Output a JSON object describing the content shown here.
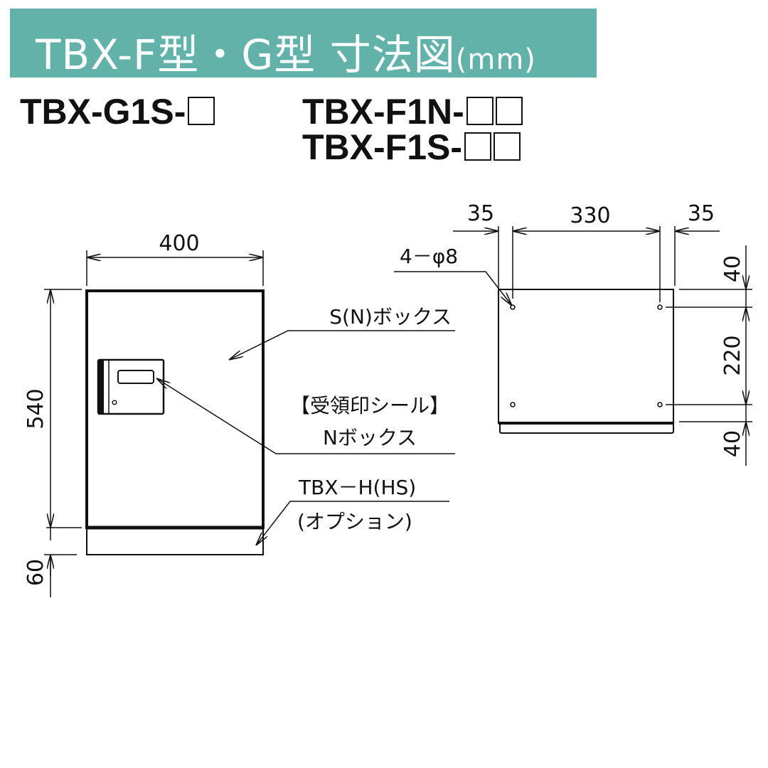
{
  "title": {
    "main": "TBX-F型・G型 寸法図",
    "unit": "(mm)",
    "background_color": "#63b2aa",
    "text_color": "#ffffff"
  },
  "models": {
    "left": {
      "label": "TBX-G1S-",
      "placeholder_boxes": 1
    },
    "right": [
      {
        "label": "TBX-F1N-",
        "placeholder_boxes": 2
      },
      {
        "label": "TBX-F1S-",
        "placeholder_boxes": 2
      }
    ]
  },
  "front_view": {
    "dimensions": {
      "width": "400",
      "height": "540",
      "base_height": "60"
    },
    "callouts": {
      "box": "S(N)ボックス",
      "seal_line1": "【受領印シール】",
      "seal_line2": "Nボックス",
      "option_line1": "TBX－H(HS)",
      "option_line2": "(オプション)"
    }
  },
  "back_view": {
    "dimensions": {
      "left_margin": "35",
      "hole_spacing_horizontal": "330",
      "right_margin": "35",
      "top_margin": "40",
      "hole_spacing_vertical": "220",
      "bottom_margin": "40"
    },
    "hole_spec": "4－φ8"
  }
}
